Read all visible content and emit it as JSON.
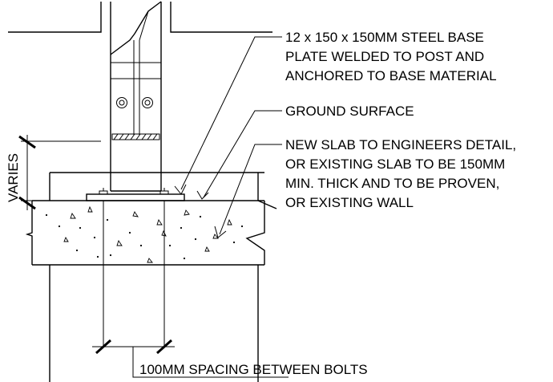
{
  "labels": {
    "base_plate": [
      "12 x 150 x 150MM STEEL BASE",
      "PLATE WELDED TO POST AND",
      "ANCHORED TO BASE MATERIAL"
    ],
    "ground_surface": "GROUND SURFACE",
    "new_slab": [
      "NEW SLAB TO ENGINEERS DETAIL,",
      "OR EXISTING SLAB TO BE 150MM",
      "MIN. THICK AND TO BE PROVEN,",
      "OR EXISTING WALL"
    ],
    "varies": "VARIES",
    "bolt_spacing": "100MM SPACING BETWEEN BOLTS"
  }
}
